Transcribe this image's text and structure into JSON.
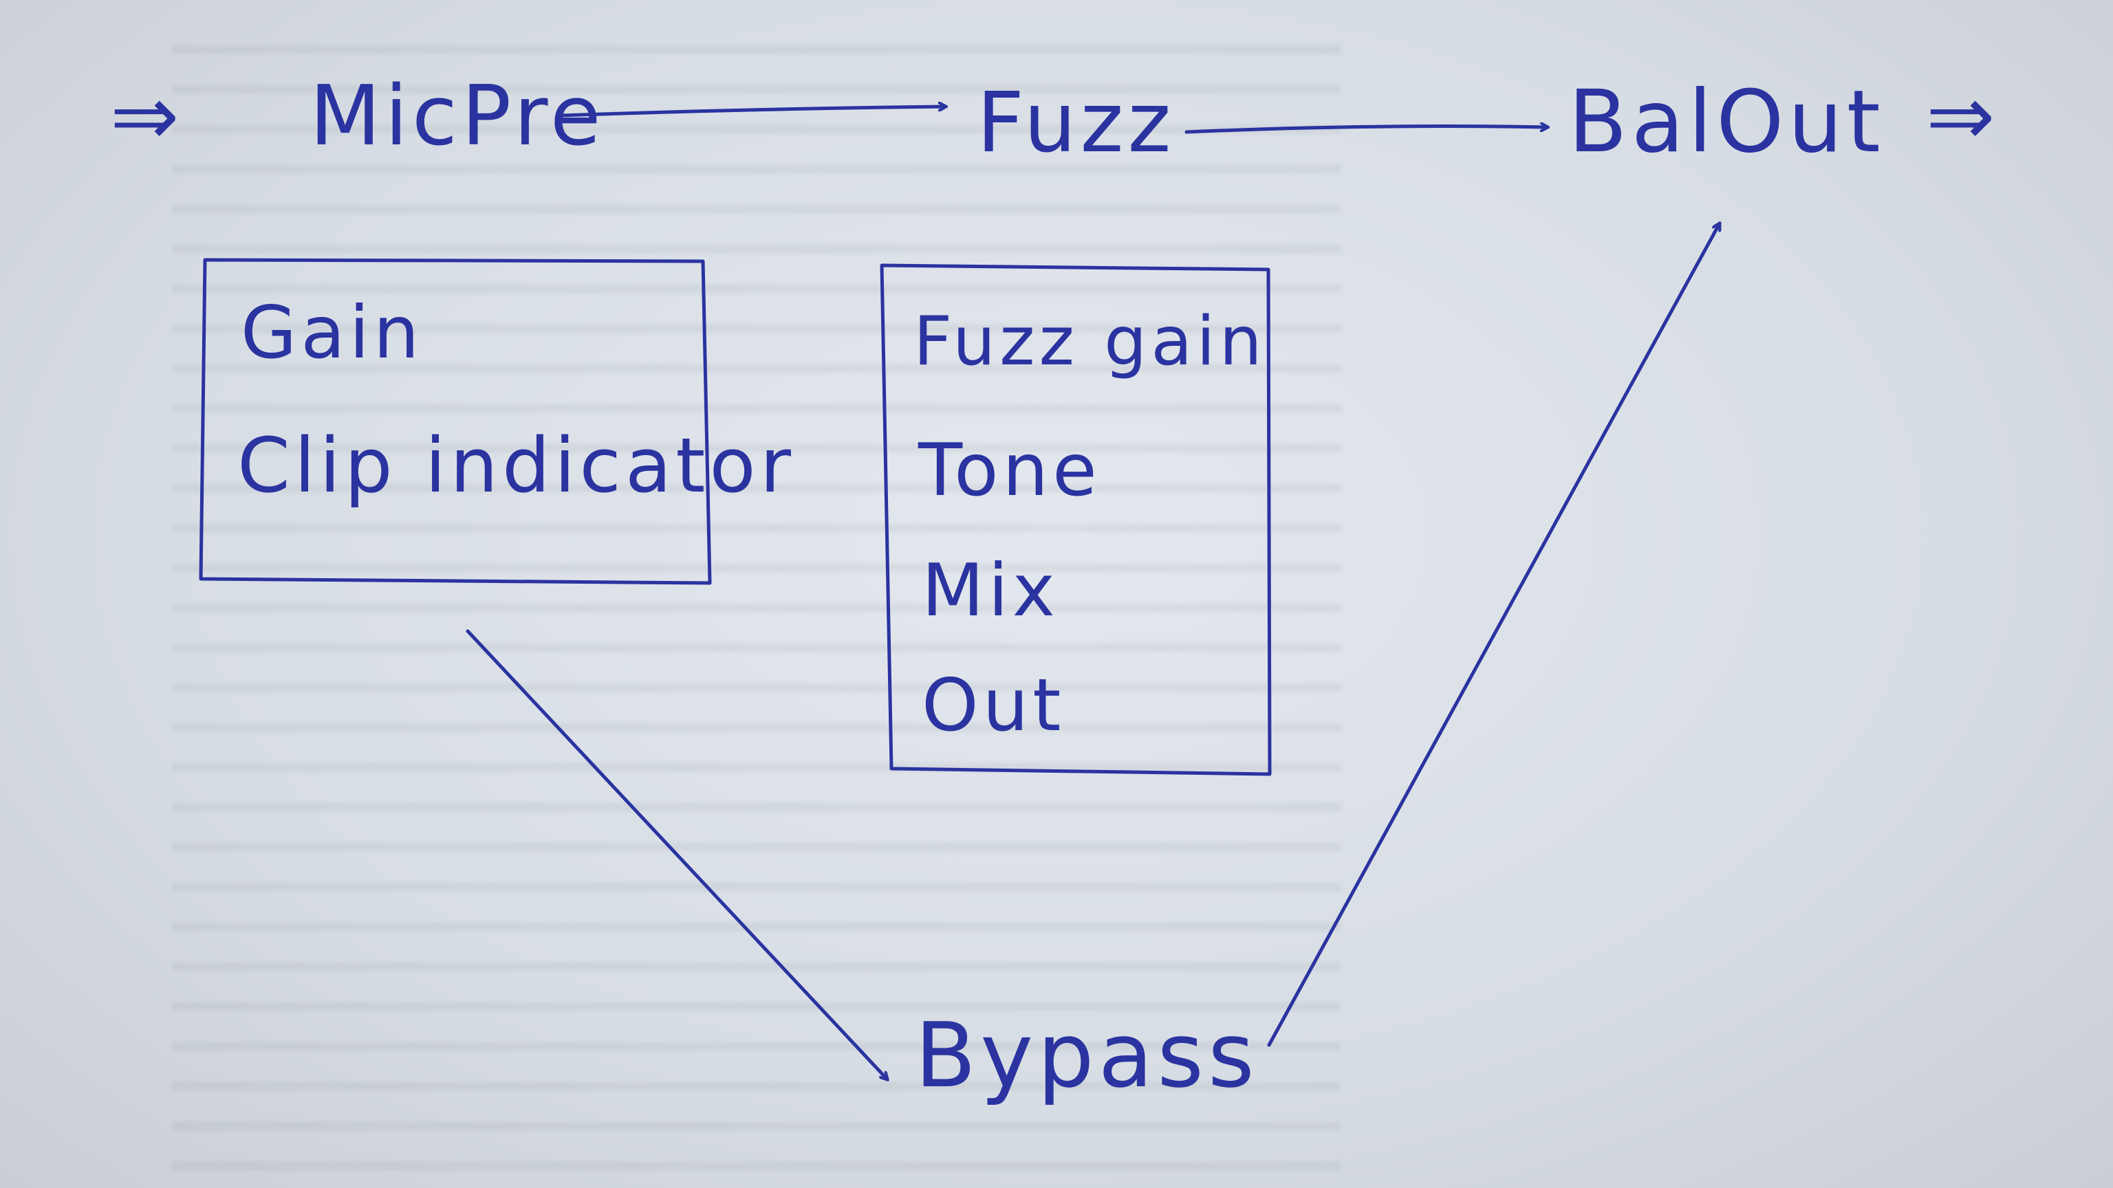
{
  "diagram": {
    "nodes": {
      "micpre": "MicPre",
      "fuzz": "Fuzz",
      "balout": "BalOut",
      "bypass": "Bypass"
    },
    "micpre_params": [
      "Gain",
      "Clip indicator"
    ],
    "fuzz_params": [
      "Fuzz gain",
      "Tone",
      "Mix",
      "Out"
    ],
    "input_symbol": "⇒",
    "output_symbol": "⇒"
  },
  "colors": {
    "ink": "#2a33a0",
    "paper": "#dde3ea"
  }
}
